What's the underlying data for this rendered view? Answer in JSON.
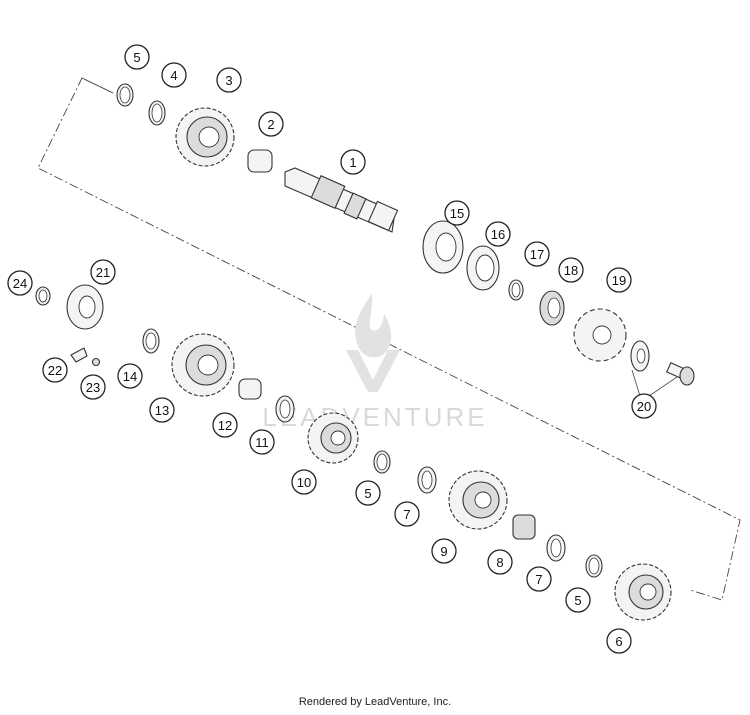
{
  "watermark": {
    "text": "LEADVENTURE"
  },
  "footer": {
    "credit": "Rendered by LeadVenture, Inc."
  },
  "callouts": [
    "5",
    "4",
    "3",
    "2",
    "1",
    "15",
    "16",
    "17",
    "18",
    "19",
    "20",
    "24",
    "21",
    "22",
    "23",
    "14",
    "13",
    "12",
    "11",
    "10",
    "5",
    "7",
    "9",
    "8",
    "7",
    "5",
    "6"
  ]
}
